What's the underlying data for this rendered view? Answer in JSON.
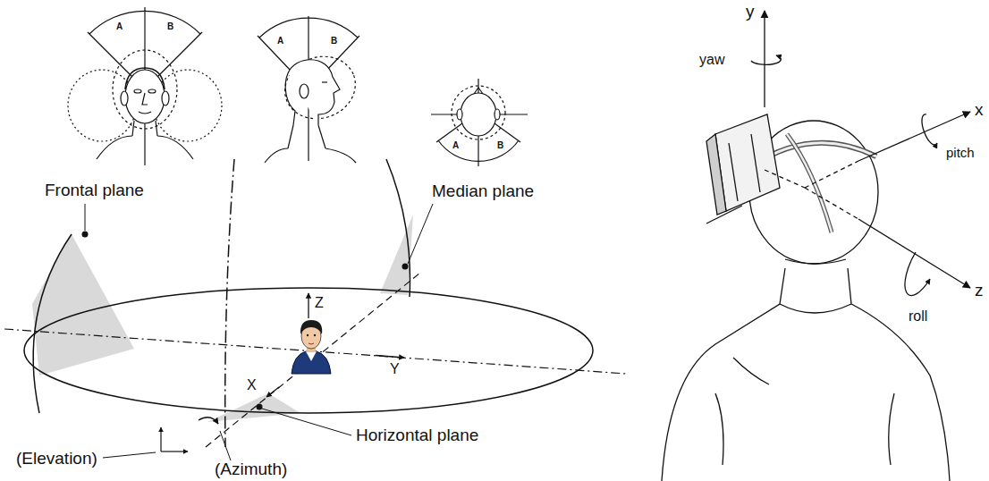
{
  "diagram": {
    "labels": [
      "A",
      "B",
      "A",
      "B",
      "A",
      "B",
      "Frontal plane",
      "Median plane",
      "Z",
      "Y",
      "X",
      "Horizontal plane",
      "(Elevation)",
      "(Azimuth)",
      "y",
      "yaw",
      "x",
      "pitch",
      "roll",
      "z"
    ]
  }
}
